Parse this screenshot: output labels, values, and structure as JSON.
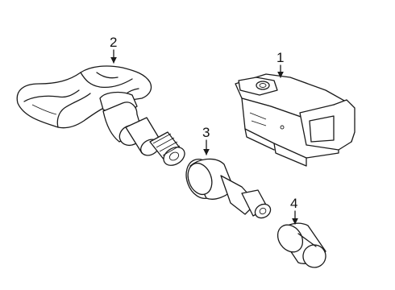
{
  "diagram": {
    "callouts": [
      {
        "id": "part-1",
        "label": "1"
      },
      {
        "id": "part-2",
        "label": "2"
      },
      {
        "id": "part-3",
        "label": "3"
      },
      {
        "id": "part-4",
        "label": "4"
      }
    ],
    "colors": {
      "line": "#1a1a1a",
      "background": "#ffffff"
    }
  }
}
